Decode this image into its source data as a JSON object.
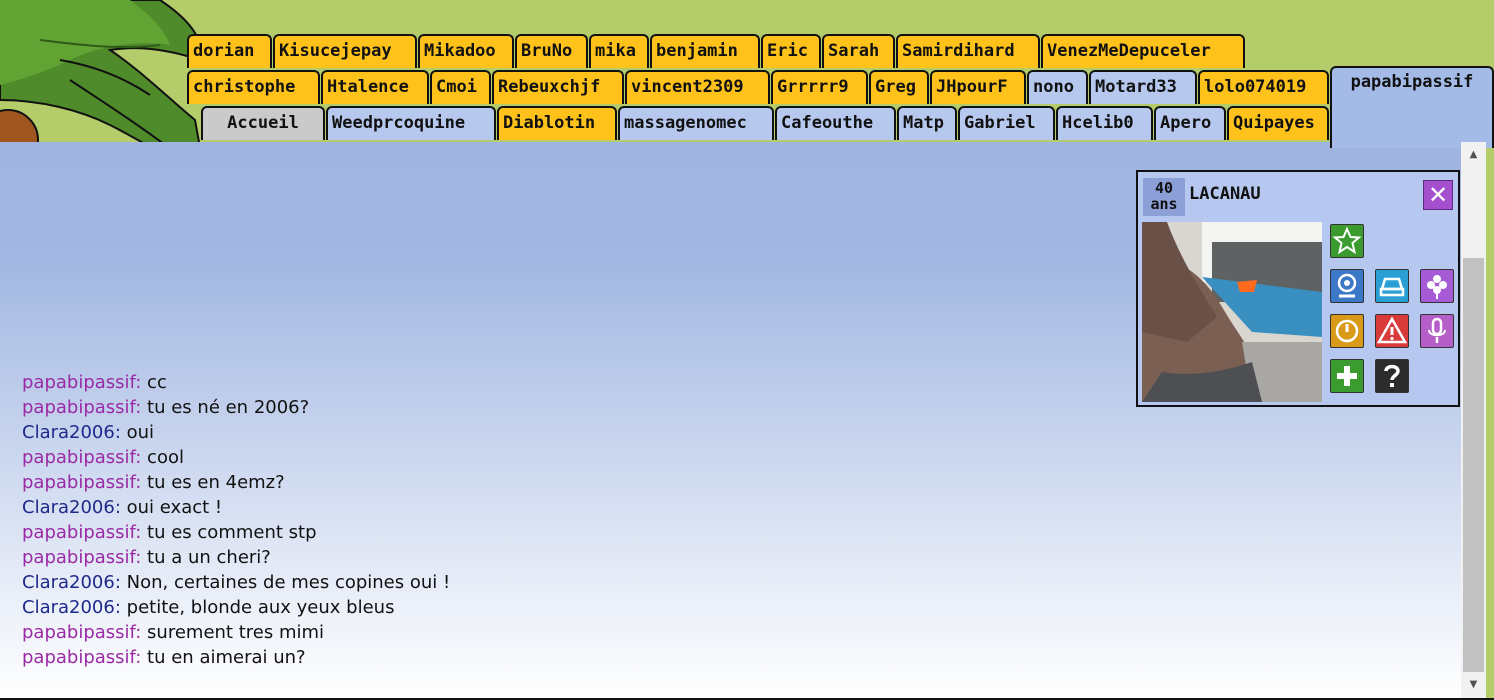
{
  "tabs": {
    "row1": [
      "dorian",
      "Kisucejepay",
      "Mikadoo",
      "BruNo",
      "mika",
      "benjamin",
      "Eric",
      "Sarah",
      "Samirdihard",
      "VenezMeDepuceler"
    ],
    "row2": [
      "christophe",
      "Htalence",
      "Cmoi",
      "Rebeuxchjf",
      "vincent2309",
      "Grrrrr9",
      "Greg",
      "JHpourF",
      "nono",
      "Motard33",
      "lolo074019"
    ],
    "row3": [
      "Accueil",
      "Weedprcoquine",
      "Diablotin",
      "massagenomec",
      "Cafeouthe",
      "Matp",
      "Gabriel",
      "Hcelib0",
      "Apero",
      "Quipayes"
    ],
    "active": "papabipassif"
  },
  "chat": {
    "messages": [
      {
        "nick": "papabipassif:",
        "text": "cc"
      },
      {
        "nick": "papabipassif:",
        "text": "tu es né en 2006?"
      },
      {
        "nick": "Clara2006:",
        "text": "oui"
      },
      {
        "nick": "papabipassif:",
        "text": "cool"
      },
      {
        "nick": "papabipassif:",
        "text": "tu es en 4emz?"
      },
      {
        "nick": "Clara2006:",
        "text": "oui exact !"
      },
      {
        "nick": "papabipassif:",
        "text": "tu es comment stp"
      },
      {
        "nick": "papabipassif:",
        "text": "tu a un cheri?"
      },
      {
        "nick": "Clara2006:",
        "text": "Non, certaines de mes copines oui !"
      },
      {
        "nick": "Clara2006:",
        "text": "petite, blonde aux yeux bleus"
      },
      {
        "nick": "papabipassif:",
        "text": "surement tres mimi"
      },
      {
        "nick": "papabipassif:",
        "text": "tu en aimerai un?"
      }
    ]
  },
  "profile": {
    "age": "40",
    "age_unit": "ans",
    "city": "LACANAU",
    "close_symbol": "✕",
    "actions": [
      "star-icon",
      "webcam-icon",
      "car-icon",
      "flower-icon",
      "power-icon",
      "warning-icon",
      "microphone-icon",
      "plus-icon",
      "question-icon"
    ]
  },
  "scrollbar": {
    "up": "▲",
    "down": "▼"
  },
  "colors": {
    "tab_yellow": "#ffc21a",
    "tab_blue": "#b6c8ee",
    "tab_gray": "#cacaca",
    "nick_papabipassif": "#9a2aa5",
    "nick_clara": "#1e2a8a",
    "background_green": "#b5cc6a"
  }
}
